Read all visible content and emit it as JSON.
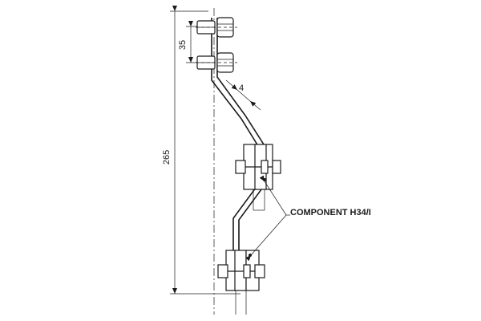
{
  "dimensions": {
    "overall_height": "265",
    "bolt_spacing": "35",
    "thickness": "4"
  },
  "callout": {
    "label": "COMPONENT H34/I"
  }
}
